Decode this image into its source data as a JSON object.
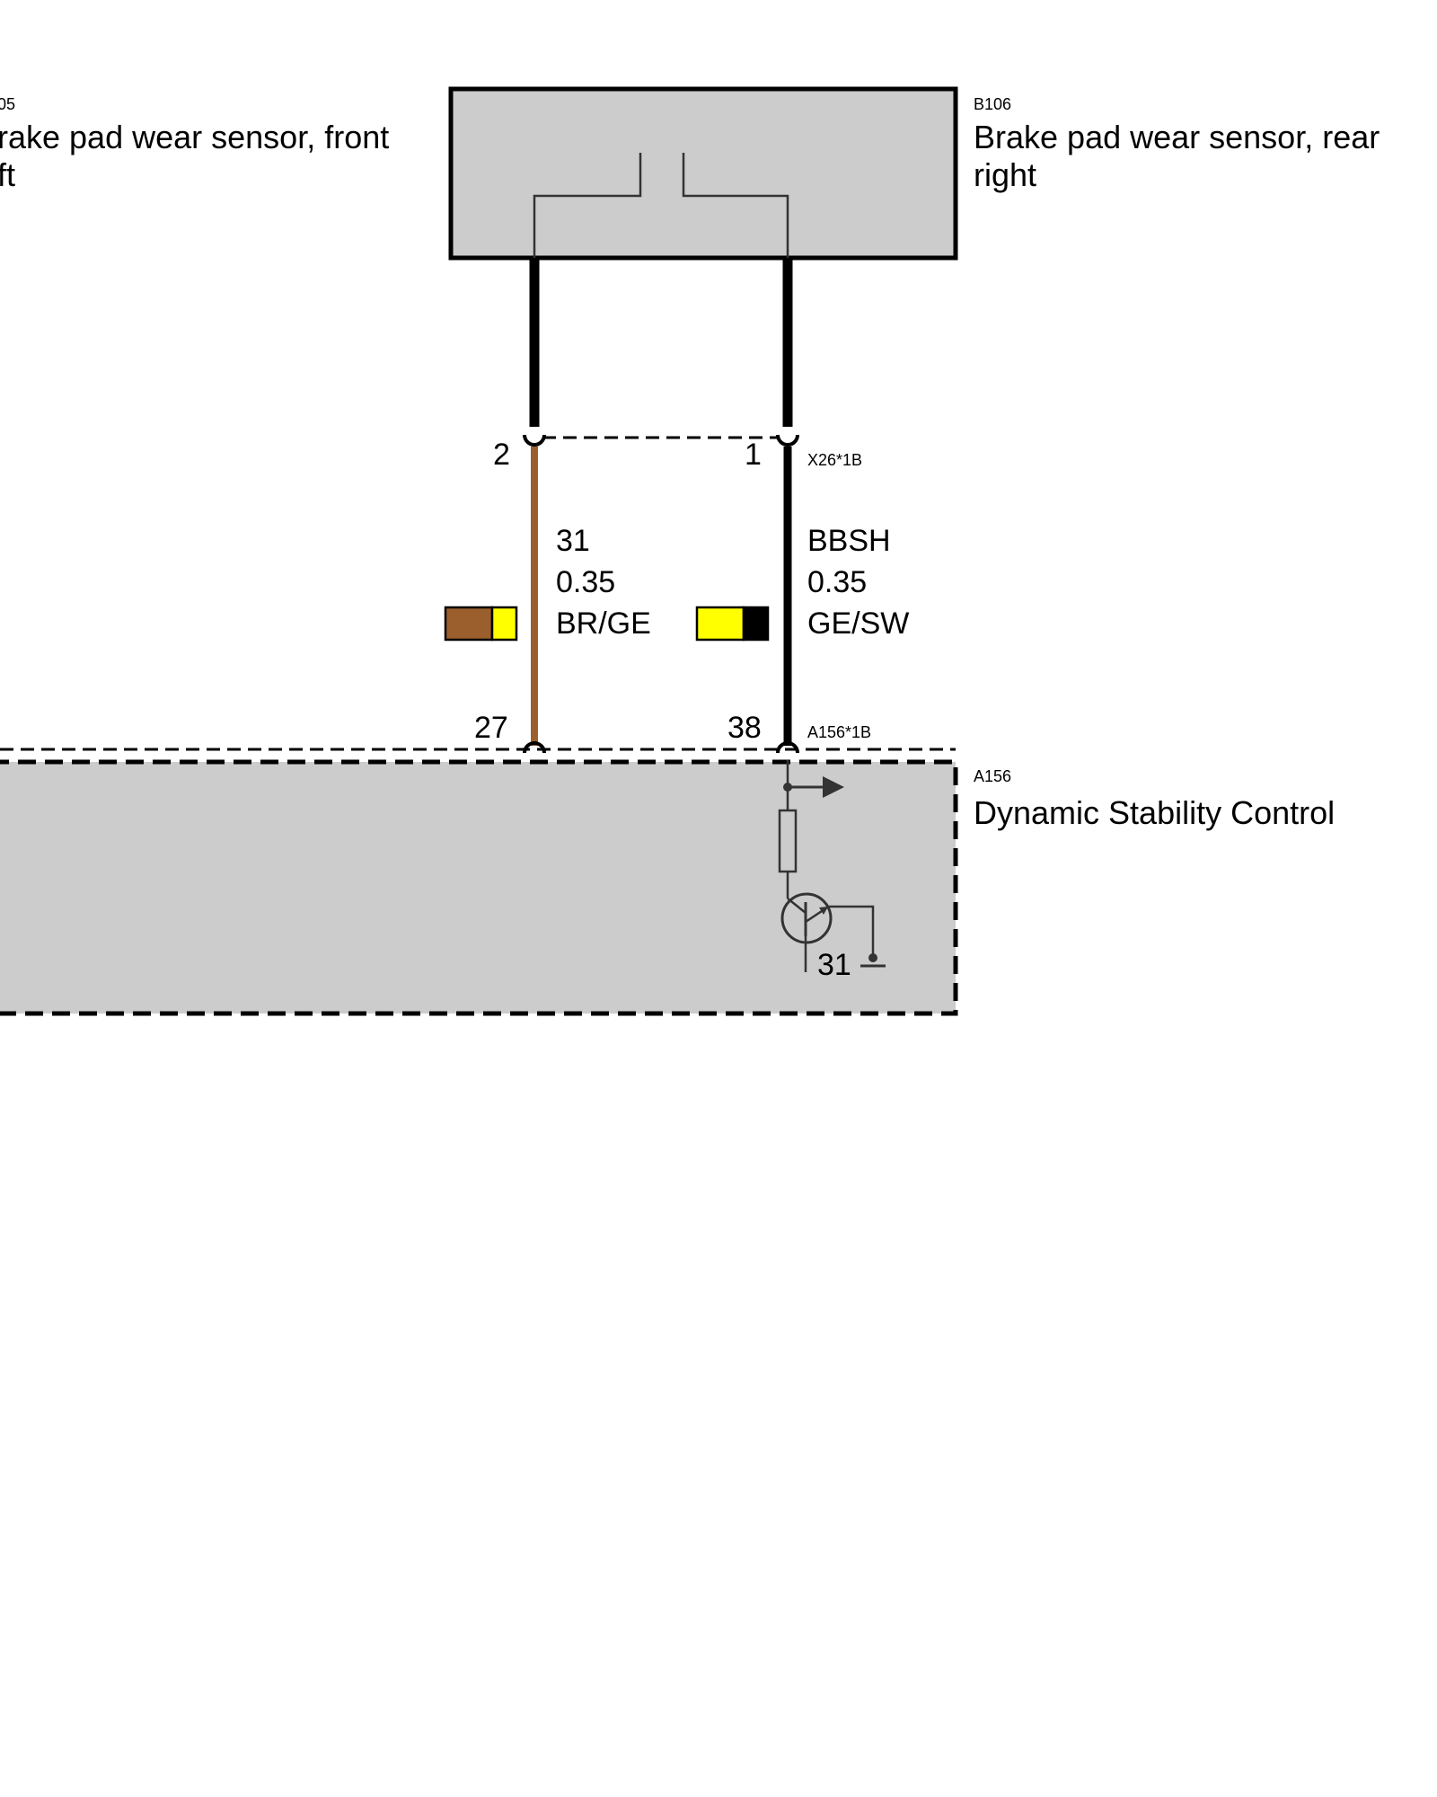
{
  "components": {
    "b105": {
      "code": "05",
      "title_line1": "rake pad wear sensor, front",
      "title_line2": "ft"
    },
    "b106": {
      "code": "B106",
      "title_line1": "Brake pad wear sensor, rear",
      "title_line2": "right"
    },
    "a156": {
      "code": "A156",
      "title": "Dynamic Stability Control",
      "ground_label": "31"
    }
  },
  "connectors": {
    "x26": {
      "name": "X26*1B",
      "pin_left": "2",
      "pin_right": "1"
    },
    "a156_1b": {
      "name": "A156*1B",
      "pin_left": "27",
      "pin_right": "38"
    }
  },
  "wires": [
    {
      "signal": "31",
      "cross_section": "0.35",
      "color_code": "BR/GE",
      "colors": [
        "#9b5f2e",
        "#ffff00"
      ]
    },
    {
      "signal": "BBSH",
      "cross_section": "0.35",
      "color_code": "GE/SW",
      "colors": [
        "#ffff00",
        "#000000"
      ]
    }
  ],
  "colors": {
    "component_fill": "#cccccc",
    "wire_brown": "#9b5f2e",
    "wire_black": "#000000",
    "internal_line": "#333333"
  }
}
